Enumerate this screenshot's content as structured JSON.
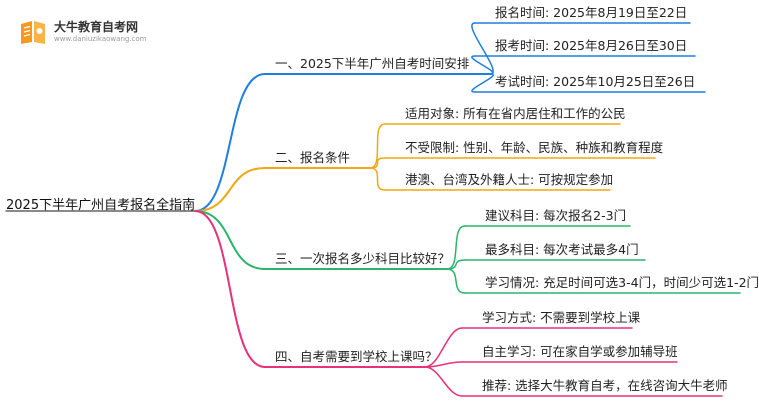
{
  "logo": {
    "name": "大牛教育自考网",
    "url": "www.daniuzikaowang.com",
    "icon": "book-icon"
  },
  "root_label": "2025下半年广州自考报名全指南",
  "colors": {
    "branch1": "#1f7fe0",
    "branch2": "#f0a814",
    "branch3": "#2ab56b",
    "branch4": "#e8317a",
    "logo_orange": "#f59a1b"
  },
  "branches": [
    {
      "label": "一、2025下半年广州自考时间安排",
      "items": [
        "报名时间: 2025年8月19日至22日",
        "报考时间: 2025年8月26日至30日",
        "考试时间: 2025年10月25日至26日"
      ]
    },
    {
      "label": "二、报名条件",
      "items": [
        "适用对象: 所有在省内居住和工作的公民",
        "不受限制: 性别、年龄、民族、种族和教育程度",
        "港澳、台湾及外籍人士: 可按规定参加"
      ]
    },
    {
      "label": "三、一次报名多少科目比较好？",
      "items": [
        "建议科目: 每次报名2-3门",
        "最多科目: 每次考试最多4门",
        "学习情况: 充足时间可选3-4门，时间少可选1-2门"
      ]
    },
    {
      "label": "四、自考需要到学校上课吗？",
      "items": [
        "学习方式: 不需要到学校上课",
        "自主学习: 可在家自学或参加辅导班",
        "推荐: 选择大牛教育自考，在线咨询大牛老师"
      ]
    }
  ]
}
